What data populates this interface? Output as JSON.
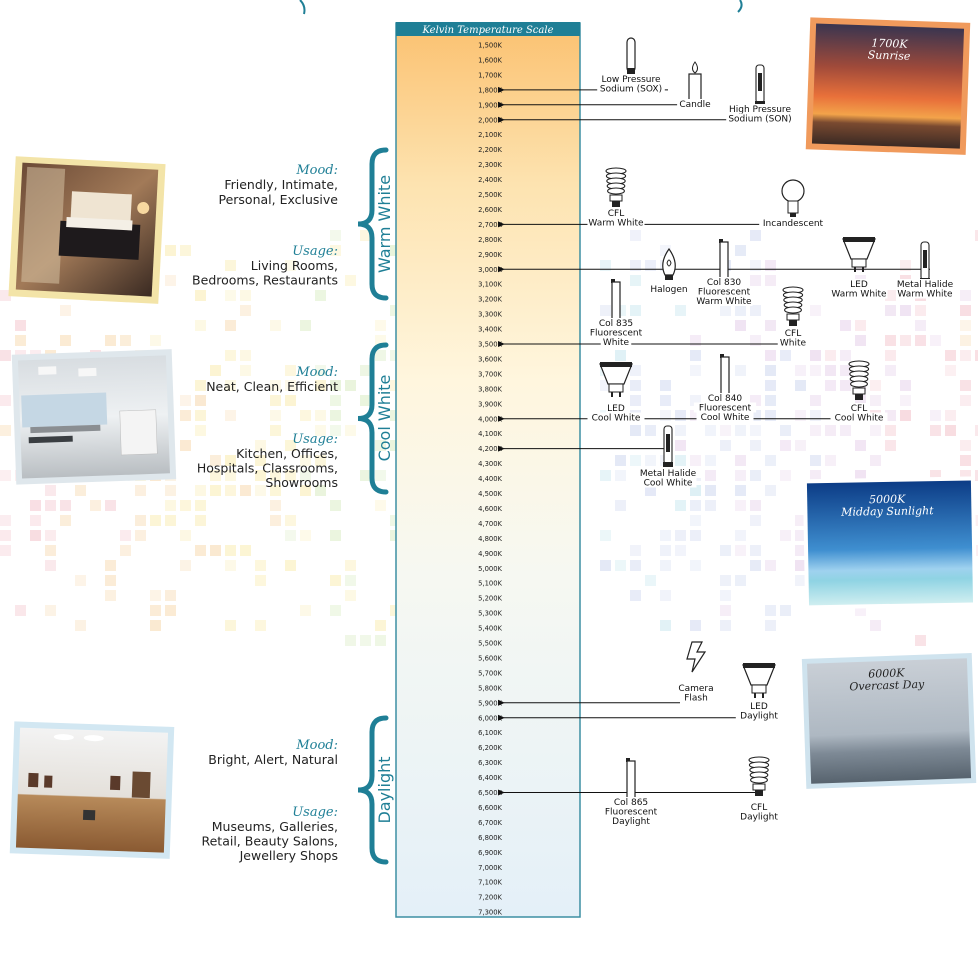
{
  "scale": {
    "title": "Kelvin Temperature Scale",
    "min_k": 1500,
    "max_k": 7300,
    "step_k": 100,
    "tick_labels": [
      "1,500K",
      "1,600K",
      "1,700K",
      "1,800K",
      "1,900K",
      "2,000K",
      "2,100K",
      "2,200K",
      "2,300K",
      "2,400K",
      "2,500K",
      "2,600K",
      "2,700K",
      "2,800K",
      "2,900K",
      "3,000K",
      "3,100K",
      "3,200K",
      "3,300K",
      "3,400K",
      "3,500K",
      "3,600K",
      "3,700K",
      "3,800K",
      "3,900K",
      "4,000K",
      "4,100K",
      "4,200K",
      "4,300K",
      "4,400K",
      "4,500K",
      "4,600K",
      "4,700K",
      "4,800K",
      "4,900K",
      "5,000K",
      "5,100K",
      "5,200K",
      "5,300K",
      "5,400K",
      "5,500K",
      "5,600K",
      "5,700K",
      "5,800K",
      "5,900K",
      "6,000K",
      "6,100K",
      "6,200K",
      "6,300K",
      "6,400K",
      "6,500K",
      "6,600K",
      "6,700K",
      "6,800K",
      "6,900K",
      "7,000K",
      "7,100K",
      "7,200K",
      "7,300K"
    ],
    "colors": {
      "warm": "#fbc77a",
      "mid": "#fff5dc",
      "cool": "#eef6fb",
      "frame": "#3d8fa3",
      "header": "#1f7f96"
    }
  },
  "groups": [
    {
      "name": "Warm White",
      "mood_heading": "Mood:",
      "mood_lines": [
        "Friendly, Intimate,",
        "Personal, Exclusive"
      ],
      "usage_heading": "Usage:",
      "usage_lines": [
        "Living Rooms,",
        "Bedrooms, Restaurants"
      ],
      "image": "bedroom-photo"
    },
    {
      "name": "Cool White",
      "mood_heading": "Mood:",
      "mood_lines": [
        "Neat, Clean, Efficient"
      ],
      "usage_heading": "Usage:",
      "usage_lines": [
        "Kitchen, Offices,",
        "Hospitals, Classrooms,",
        "Showrooms"
      ],
      "image": "office-photo"
    },
    {
      "name": "Daylight",
      "mood_heading": "Mood:",
      "mood_lines": [
        "Bright, Alert, Natural"
      ],
      "usage_heading": "Usage:",
      "usage_lines": [
        "Museums, Galleries,",
        "Retail, Beauty Salons,",
        "Jewellery Shops"
      ],
      "image": "gallery-photo"
    }
  ],
  "sky_photos": [
    {
      "lines": [
        "1700K",
        "Sunrise"
      ],
      "kelvin": 1700,
      "image": "sunrise-photo"
    },
    {
      "lines": [
        "5000K",
        "Midday Sunlight"
      ],
      "kelvin": 5000,
      "image": "midday-sky-photo"
    },
    {
      "lines": [
        "6000K",
        "Overcast Day"
      ],
      "kelvin": 6000,
      "image": "overcast-sky-photo"
    }
  ],
  "arrow_rows": [
    1800,
    1900,
    2000,
    2700,
    3000,
    3500,
    4000,
    4200,
    5900,
    6000,
    6500
  ],
  "sources": [
    {
      "kelvin": 1800,
      "lines": [
        "Low Pressure",
        "Sodium (SOX)"
      ],
      "icon": "tube-lamp-icon"
    },
    {
      "kelvin": 1900,
      "lines": [
        "Candle"
      ],
      "icon": "candle-icon"
    },
    {
      "kelvin": 2000,
      "lines": [
        "High Pressure",
        "Sodium (SON)"
      ],
      "icon": "metal-halide-icon"
    },
    {
      "kelvin": 2700,
      "lines": [
        "CFL",
        "Warm White"
      ],
      "icon": "cfl-icon"
    },
    {
      "kelvin": 2700,
      "lines": [
        "Incandescent"
      ],
      "icon": "incandescent-bulb-icon"
    },
    {
      "kelvin": 3000,
      "lines": [
        "Halogen"
      ],
      "icon": "halogen-icon"
    },
    {
      "kelvin": 3000,
      "lines": [
        "Col 830",
        "Fluorescent",
        "Warm White"
      ],
      "icon": "fluorescent-tube-icon"
    },
    {
      "kelvin": 3000,
      "lines": [
        "LED",
        "Warm White"
      ],
      "icon": "led-spot-icon"
    },
    {
      "kelvin": 3000,
      "lines": [
        "Metal Halide",
        "Warm White"
      ],
      "icon": "metal-halide-icon"
    },
    {
      "kelvin": 3500,
      "lines": [
        "Col 835",
        "Fluorescent",
        "White"
      ],
      "icon": "fluorescent-tube-icon"
    },
    {
      "kelvin": 3500,
      "lines": [
        "CFL",
        "White"
      ],
      "icon": "cfl-icon"
    },
    {
      "kelvin": 4000,
      "lines": [
        "LED",
        "Cool White"
      ],
      "icon": "led-spot-icon"
    },
    {
      "kelvin": 4000,
      "lines": [
        "Col 840",
        "Fluorescent",
        "Cool White"
      ],
      "icon": "fluorescent-tube-icon"
    },
    {
      "kelvin": 4000,
      "lines": [
        "CFL",
        "Cool White"
      ],
      "icon": "cfl-icon"
    },
    {
      "kelvin": 4200,
      "lines": [
        "Metal Halide",
        "Cool White"
      ],
      "icon": "metal-halide-icon"
    },
    {
      "kelvin": 5900,
      "lines": [
        "Camera",
        "Flash"
      ],
      "icon": "lightning-bolt-icon"
    },
    {
      "kelvin": 6000,
      "lines": [
        "LED",
        "Daylight"
      ],
      "icon": "led-spot-icon"
    },
    {
      "kelvin": 6500,
      "lines": [
        "Col 865",
        "Fluorescent",
        "Daylight"
      ],
      "icon": "fluorescent-tube-icon"
    },
    {
      "kelvin": 6500,
      "lines": [
        "CFL",
        "Daylight"
      ],
      "icon": "cfl-icon"
    }
  ]
}
